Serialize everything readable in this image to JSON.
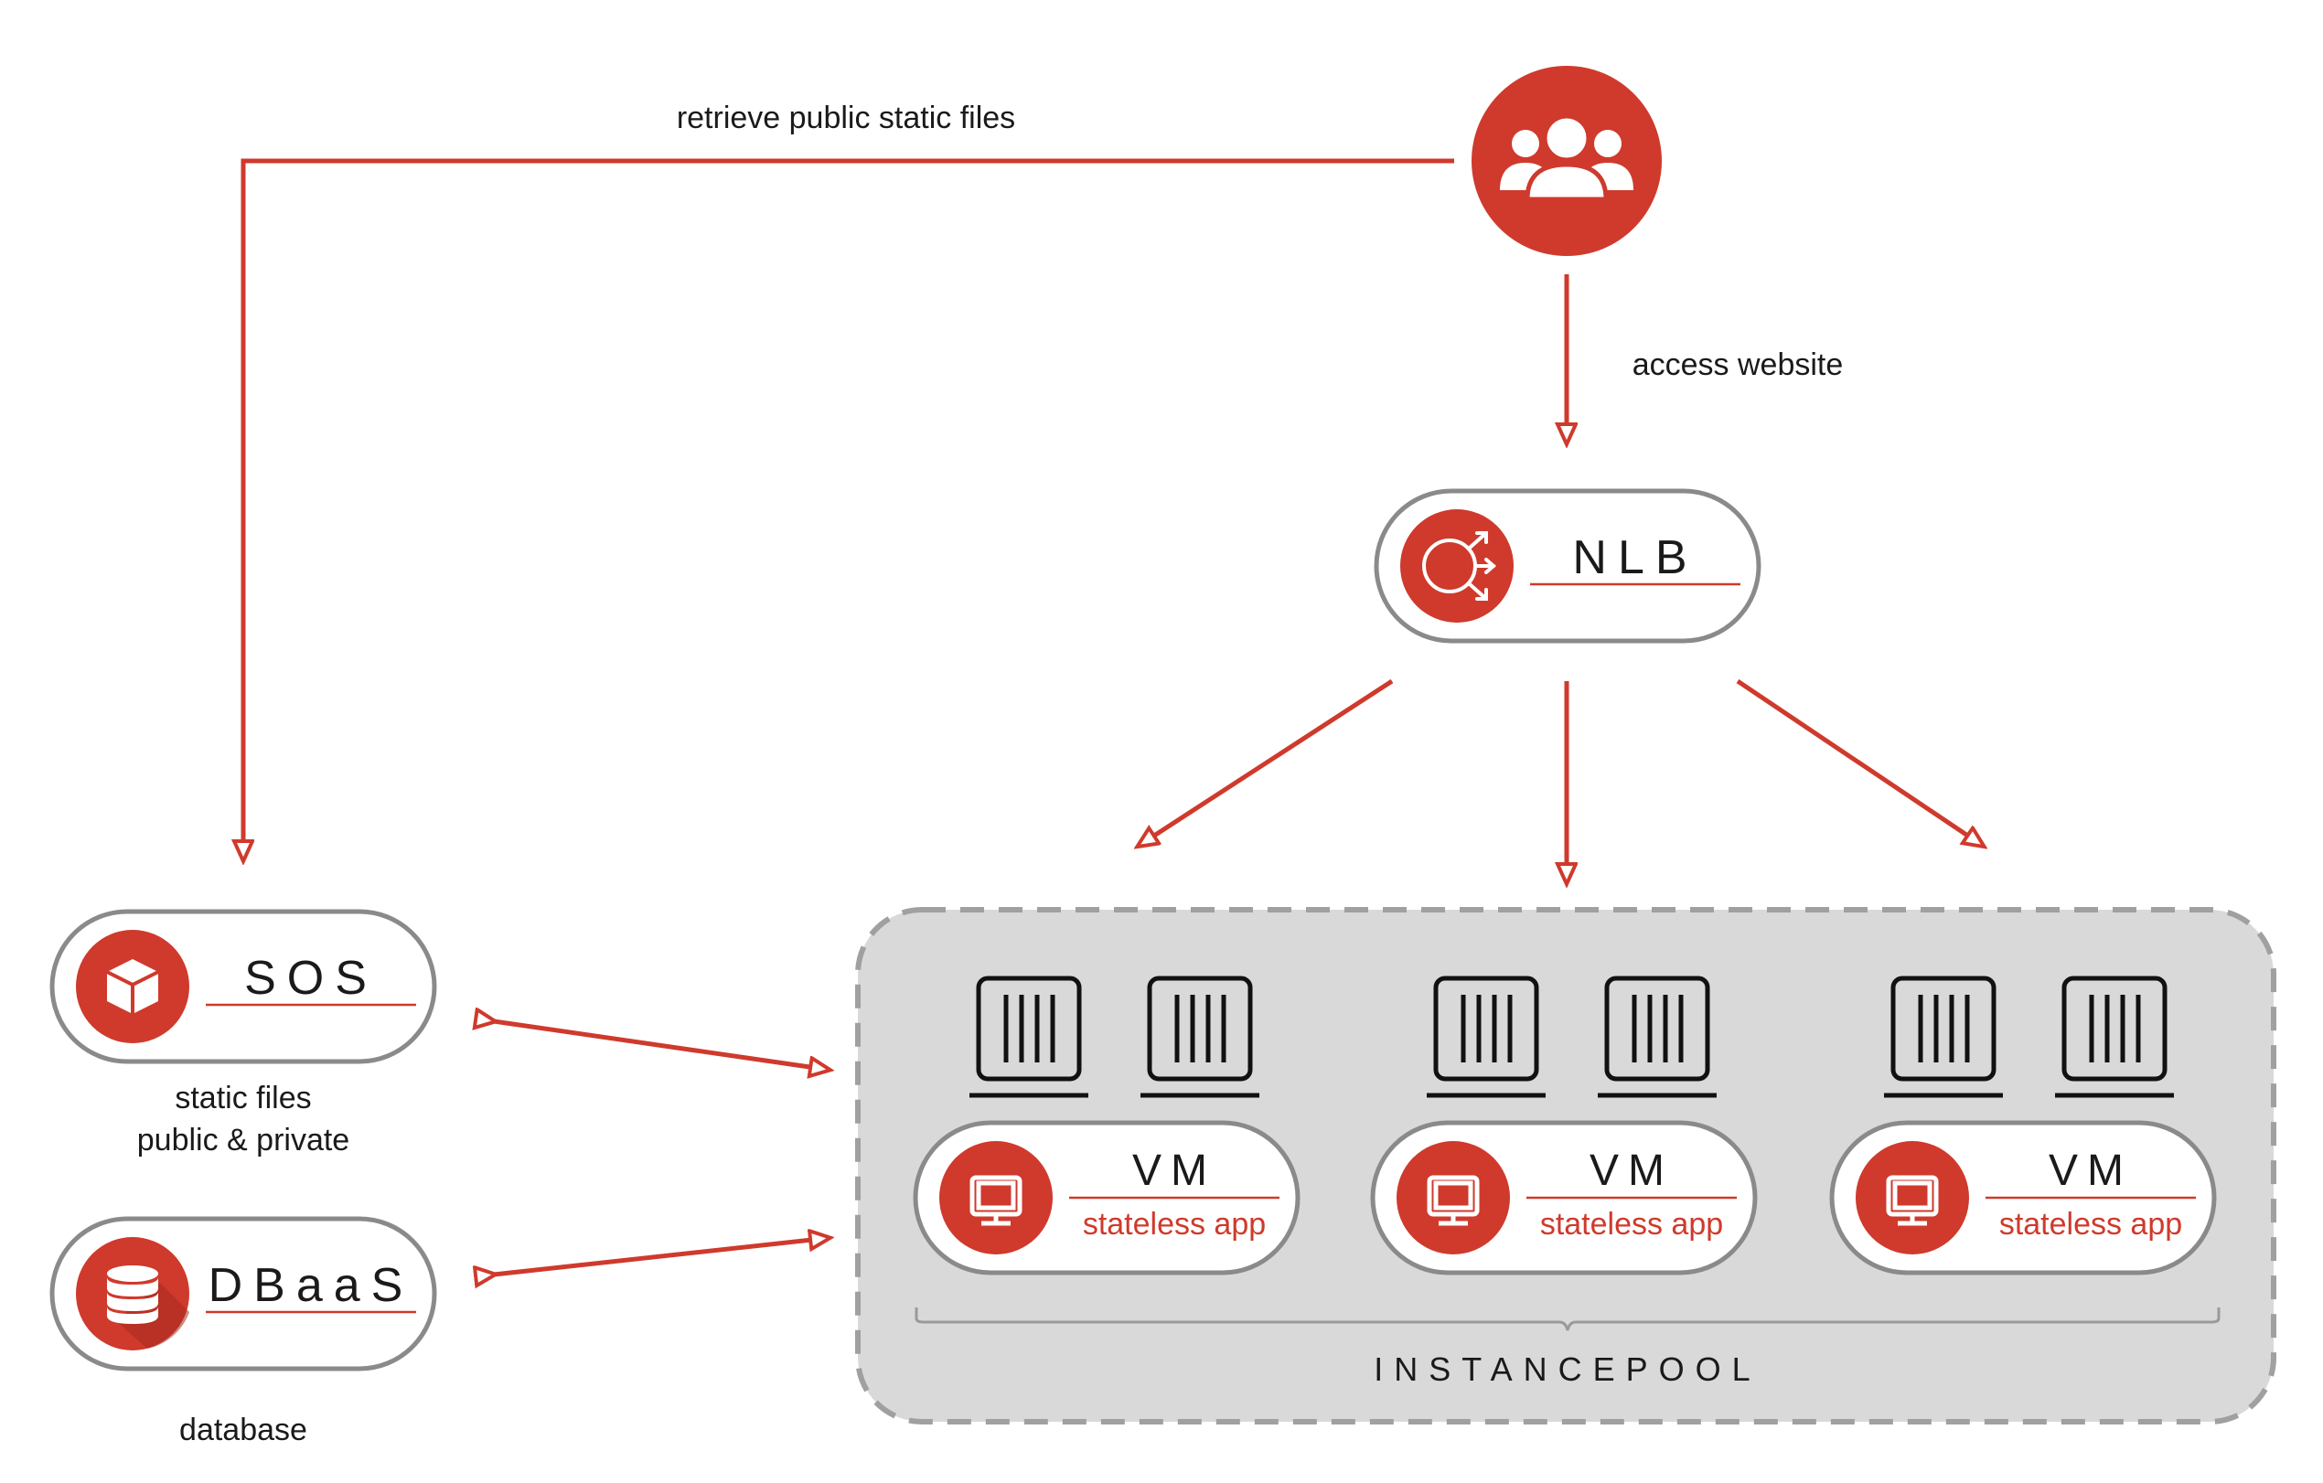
{
  "colors": {
    "accent": "#cf3a2c",
    "pill_border": "#8a8a8a",
    "pool_fill": "#d9d9d9",
    "pool_border": "#a0a0a0",
    "text": "#1a1a1a"
  },
  "labels": {
    "retrieve": "retrieve public static files",
    "access": "access website"
  },
  "nodes": {
    "users": {
      "icon": "users-icon"
    },
    "nlb": {
      "title": "NLB",
      "icon": "load-balancer-icon"
    },
    "sos": {
      "title": "SOS",
      "icon": "box-icon",
      "caption_line1": "static files",
      "caption_line2": "public & private"
    },
    "dbaas": {
      "title": "DBaaS",
      "icon": "database-icon",
      "caption": "database"
    }
  },
  "instance_pool": {
    "label": "INSTANCEPOOL",
    "vms": [
      {
        "title": "VM",
        "subtitle": "stateless app",
        "icon": "monitor-icon"
      },
      {
        "title": "VM",
        "subtitle": "stateless app",
        "icon": "monitor-icon"
      },
      {
        "title": "VM",
        "subtitle": "stateless app",
        "icon": "monitor-icon"
      }
    ]
  }
}
